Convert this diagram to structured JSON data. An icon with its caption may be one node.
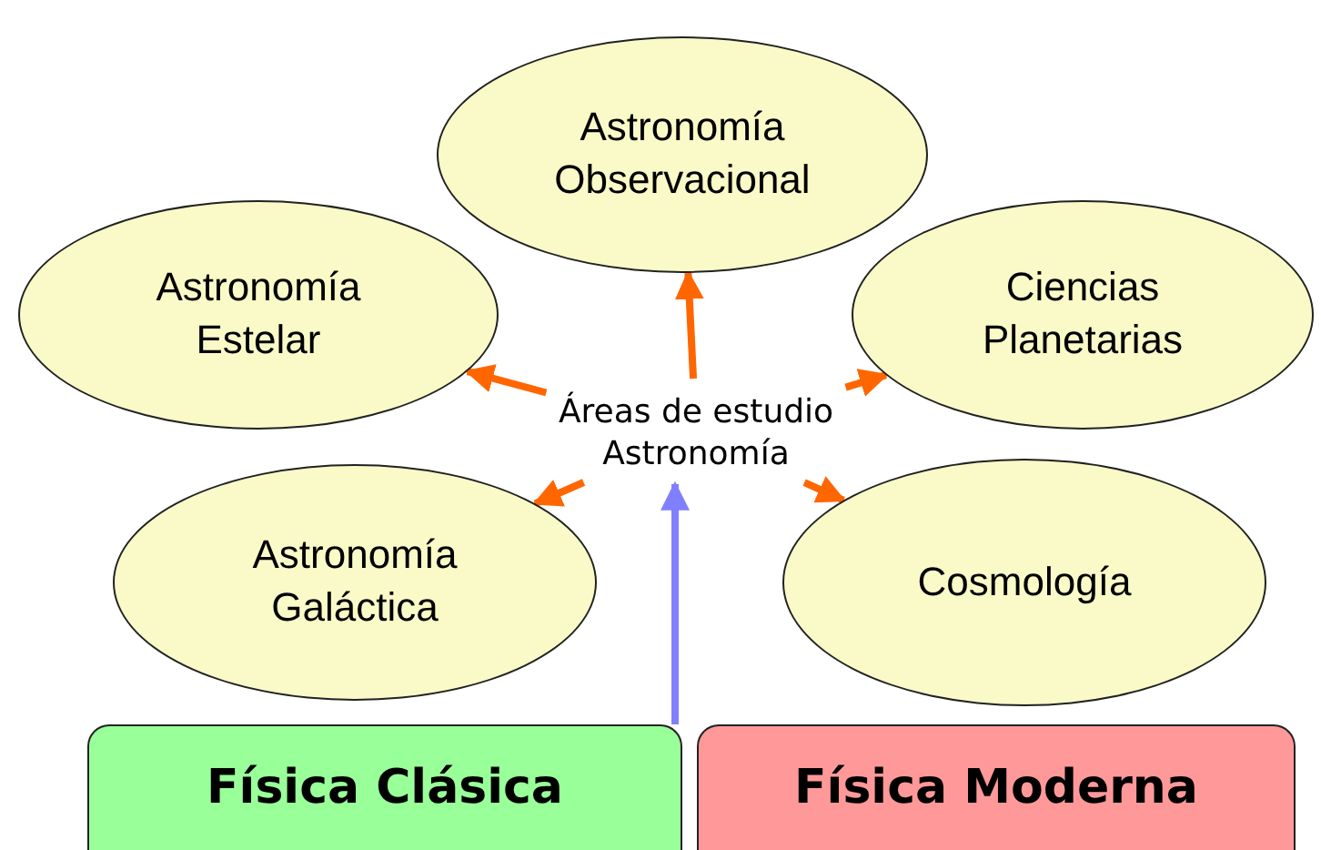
{
  "diagram": {
    "nodes": [
      {
        "text": [
          "Áreas de estudio Astronomía"
        ]
      },
      {
        "text": [
          "Astronomía Observacional"
        ]
      },
      {
        "text": [
          "Astronomía Estelar"
        ]
      },
      {
        "text": [
          "Ciencias Planetarias"
        ]
      },
      {
        "text": [
          "Astronomía Galáctica"
        ]
      },
      {
        "text": [
          "Cosmología"
        ]
      },
      {
        "text": [
          "Física Clásica"
        ]
      },
      {
        "text": [
          "Física Moderna"
        ]
      }
    ],
    "edges": [
      {
        "from": 0,
        "to": 1,
        "arrow": "to"
      },
      {
        "from": 0,
        "to": 2,
        "arrow": "to"
      },
      {
        "from": 0,
        "to": 3,
        "arrow": "to"
      },
      {
        "from": 0,
        "to": 4,
        "arrow": "to"
      },
      {
        "from": 0,
        "to": 5,
        "arrow": "to"
      },
      {
        "from": 6,
        "to": 0,
        "arrow": "to",
        "color": "#8080ff"
      }
    ]
  }
}
